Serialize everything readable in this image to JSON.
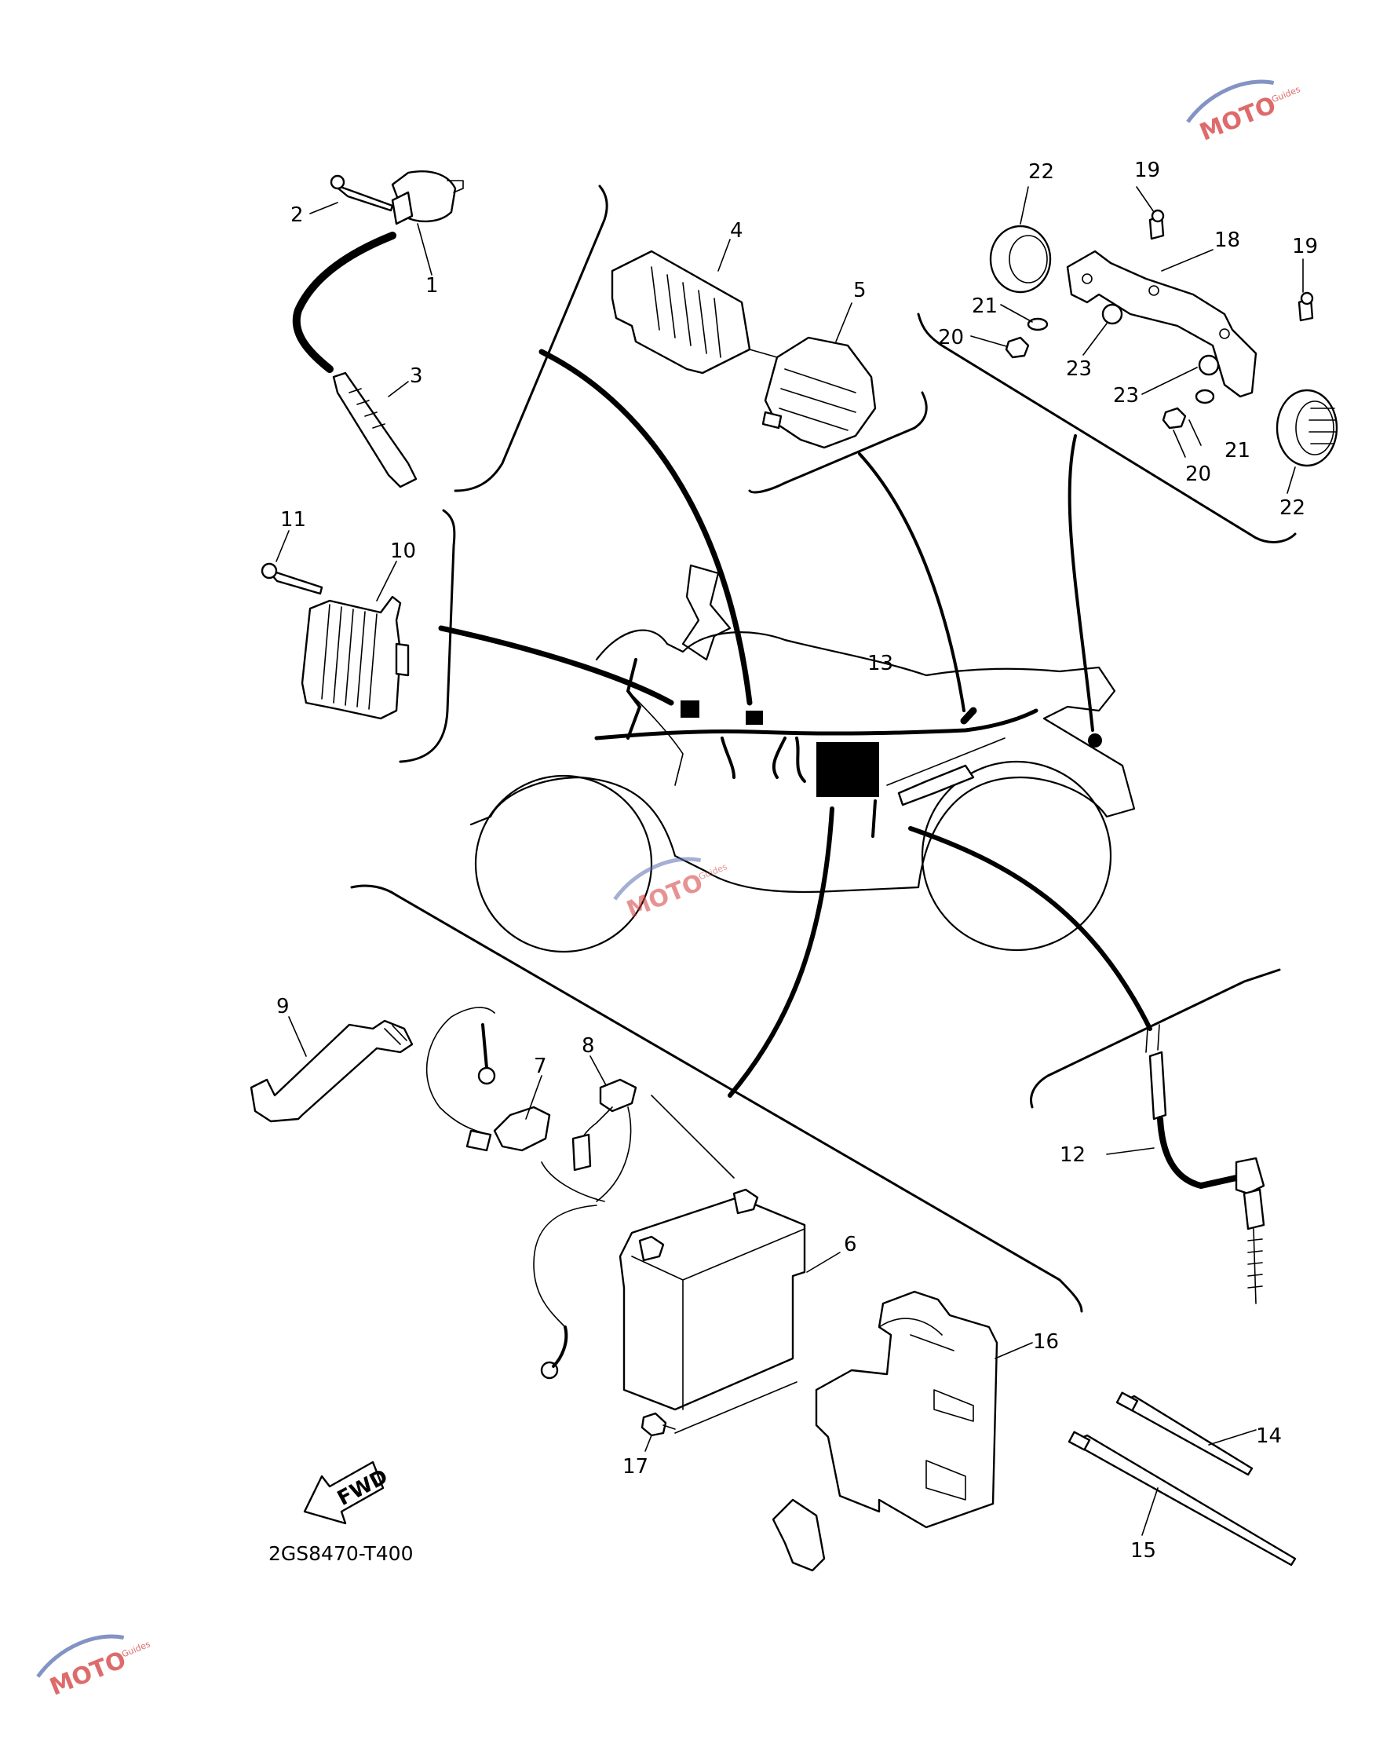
{
  "diagram_code": "2GS8470-T400",
  "fwd_label": "FWD",
  "watermark": {
    "text": "MOTO",
    "subtext": "Guides",
    "color": "#d43a3a"
  },
  "callouts": [
    "1",
    "2",
    "3",
    "4",
    "5",
    "6",
    "7",
    "8",
    "9",
    "10",
    "11",
    "12",
    "13",
    "14",
    "15",
    "16",
    "17",
    "18",
    "19",
    "19",
    "20",
    "20",
    "21",
    "21",
    "22",
    "22",
    "23",
    "23"
  ]
}
